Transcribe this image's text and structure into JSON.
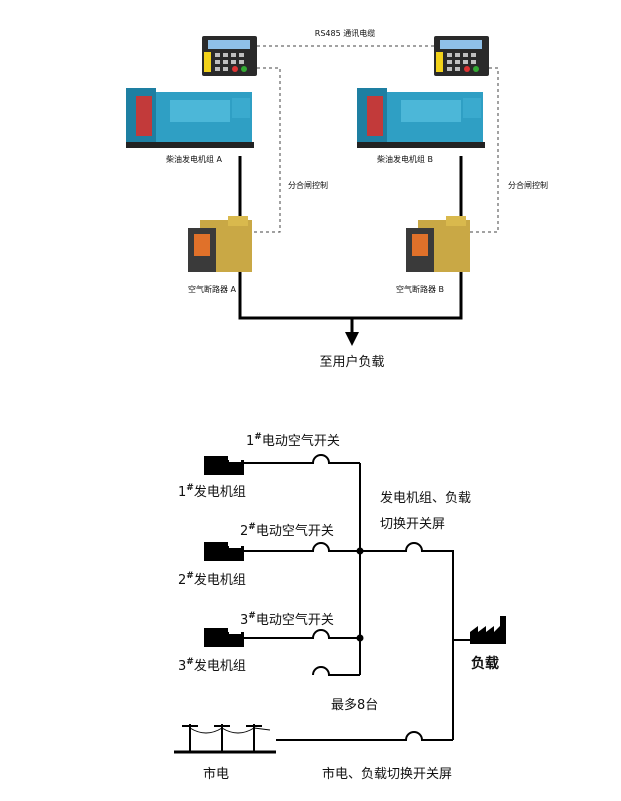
{
  "top": {
    "comm_cable": "RS485 通讯电缆",
    "generator_a": "柴油发电机组 A",
    "generator_b": "柴油发电机组 B",
    "control_a": "分合闸控制",
    "control_b": "分合闸控制",
    "breaker_a": "空气断路器 A",
    "breaker_b": "空气断路器 B",
    "output": "至用户负载"
  },
  "bottom": {
    "gen1": {
      "num": "1",
      "sup": "#",
      "label": "发电机组"
    },
    "gen2": {
      "num": "2",
      "sup": "#",
      "label": "发电机组"
    },
    "gen3": {
      "num": "3",
      "sup": "#",
      "label": "发电机组"
    },
    "sw1": {
      "num": "1",
      "sup": "#",
      "label": "电动空气开关"
    },
    "sw2": {
      "num": "2",
      "sup": "#",
      "label": "电动空气开关"
    },
    "sw3": {
      "num": "3",
      "sup": "#",
      "label": "电动空气开关"
    },
    "panel_line1": "发电机组、负载",
    "panel_line2": "切换开关屏",
    "max_units": "最多8台",
    "load": "负载",
    "mains": "市电",
    "mains_panel": "市电、负载切换开关屏"
  }
}
